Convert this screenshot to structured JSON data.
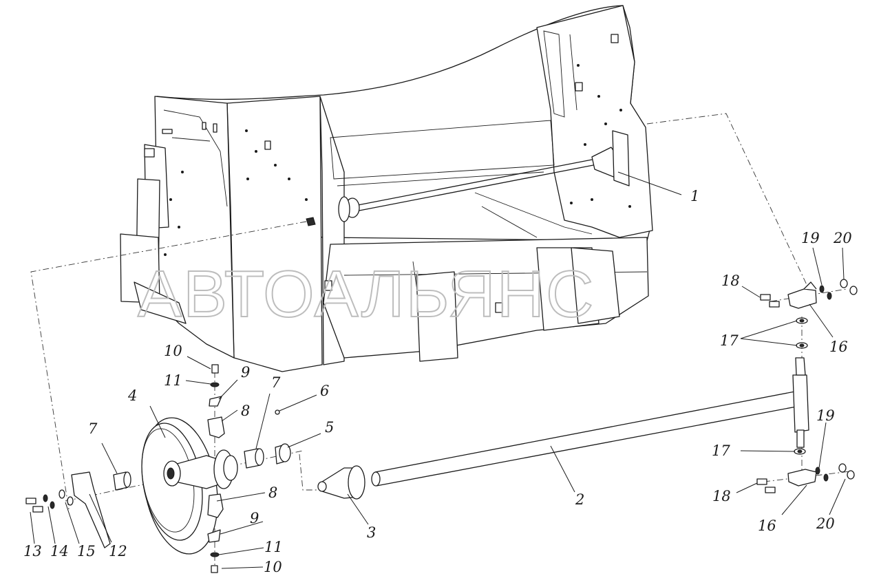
{
  "watermark": "АВТОАЛЬЯНС",
  "callouts": [
    {
      "id": "c1",
      "text": "1"
    },
    {
      "id": "c2",
      "text": "2"
    },
    {
      "id": "c3",
      "text": "3"
    },
    {
      "id": "c4",
      "text": "4"
    },
    {
      "id": "c5",
      "text": "5"
    },
    {
      "id": "c6",
      "text": "6"
    },
    {
      "id": "c7a",
      "text": "7"
    },
    {
      "id": "c7b",
      "text": "7"
    },
    {
      "id": "c8a",
      "text": "8"
    },
    {
      "id": "c8b",
      "text": "8"
    },
    {
      "id": "c9a",
      "text": "9"
    },
    {
      "id": "c9b",
      "text": "9"
    },
    {
      "id": "c10a",
      "text": "10"
    },
    {
      "id": "c10b",
      "text": "10"
    },
    {
      "id": "c11a",
      "text": "11"
    },
    {
      "id": "c11b",
      "text": "11"
    },
    {
      "id": "c12",
      "text": "12"
    },
    {
      "id": "c13",
      "text": "13"
    },
    {
      "id": "c14",
      "text": "14"
    },
    {
      "id": "c15",
      "text": "15"
    },
    {
      "id": "c16a",
      "text": "16"
    },
    {
      "id": "c16b",
      "text": "16"
    },
    {
      "id": "c17a",
      "text": "17"
    },
    {
      "id": "c17b",
      "text": "17"
    },
    {
      "id": "c18a",
      "text": "18"
    },
    {
      "id": "c18b",
      "text": "18"
    },
    {
      "id": "c19a",
      "text": "19"
    },
    {
      "id": "c19b",
      "text": "19"
    },
    {
      "id": "c20a",
      "text": "20"
    },
    {
      "id": "c20b",
      "text": "20"
    }
  ]
}
